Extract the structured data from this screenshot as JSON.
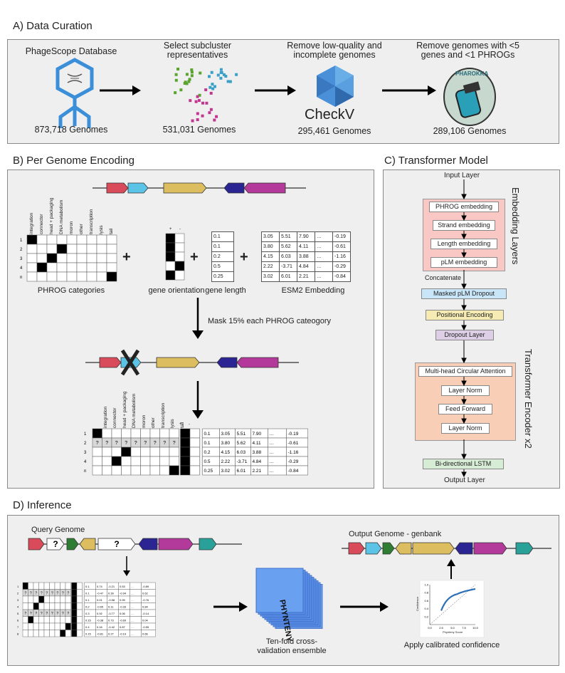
{
  "sections": {
    "a": "A) Data Curation",
    "b": "B) Per Genome Encoding",
    "c": "C) Transformer Model",
    "d": "D) Inference"
  },
  "curation": {
    "step1_top": "PhageScope Database",
    "step1_count": "873,718 Genomes",
    "step2_top": "Select subcluster representatives",
    "step2_count": "531,031 Genomes",
    "step3_top": "Remove low-quality and incomplete genomes",
    "step3_logo": "CheckV",
    "step3_count": "295,461 Genomes",
    "step4_top": "Remove genomes with <5 genes and <1 PHROGs",
    "step4_logo": "PHAROKKA",
    "step4_count": "289,106 Genomes"
  },
  "encoding": {
    "categories": [
      "integration",
      "connector",
      "head + packaging",
      "DNA metabolism",
      "moron",
      "other",
      "transcription",
      "lysis",
      "tail"
    ],
    "row_labels": [
      "1",
      "2",
      "3",
      "4",
      "n"
    ],
    "phrog_label": "PHROG categories",
    "orient_signs": [
      "+",
      "-"
    ],
    "orient_label": "gene orientation",
    "lengths": [
      "0.1",
      "0.1",
      "0.2",
      "0.5",
      "0.25"
    ],
    "length_label": "gene length",
    "esm": [
      [
        "3.05",
        "5.51",
        "7.90",
        "…",
        "-0.19"
      ],
      [
        "3.80",
        "5.62",
        "4.11",
        "…",
        "-0.61"
      ],
      [
        "4.15",
        "6.03",
        "3.88",
        "…",
        "-1.16"
      ],
      [
        "2.22",
        "-3.71",
        "4.84",
        "…",
        "-0.29"
      ],
      [
        "3.02",
        "6.01",
        "2.21",
        "…",
        "-0.84"
      ]
    ],
    "esm_label": "ESM2 Embedding",
    "plus": "+",
    "mask_label": "Mask 15% each PHROG cateogory",
    "mask_symbol": "?"
  },
  "model": {
    "input": "Input Layer",
    "embed_title": "Embedding Layers",
    "embed_items": [
      "PHROG embedding",
      "Strand embedding",
      "Length embedding",
      "pLM  embedding"
    ],
    "concat": "Concatenate",
    "dropout_plm": "Masked pLM Dropout",
    "positional": "Positional Encoding",
    "dropout": "Dropout Layer",
    "encoder_title": "Transformer Encoder x2",
    "encoder_items": [
      "Multi-head Circular Attention",
      "Layer Norm",
      "Feed Forward",
      "Layer Norm"
    ],
    "lstm": "Bi-directional   LSTM",
    "output": "Output Layer"
  },
  "inference": {
    "query": "Query Genome",
    "output_genome": "Output Genome - genbank",
    "stack_text": "PHYNTENY",
    "ensemble": "Ten-fold cross-validation ensemble",
    "calibrated": "Apply calibrated confidence",
    "plot_xlabel": "Phynteny Score",
    "plot_ylabel": "Confidence",
    "plot_xticks": [
      "0.0",
      "2.5",
      "5.0",
      "7.5",
      "10.0"
    ],
    "plot_yticks": [
      "0.2",
      "0.4",
      "0.6",
      "0.8",
      "1.0"
    ],
    "mini_rows": [
      [
        "0.1",
        "0.74",
        "-0.21",
        "0.53",
        "…",
        "-0.89"
      ],
      [
        "0.1",
        "-0.47",
        "0.39",
        "-0.94",
        "…",
        "0.62"
      ],
      [
        "0.1",
        "0.01",
        "-0.58",
        "0.99",
        "…",
        "-0.76"
      ],
      [
        "0.2",
        "-0.65",
        "0.11",
        "-0.33",
        "…",
        "0.84"
      ],
      [
        "0.3",
        "0.92",
        "-0.77",
        "0.06",
        "…",
        "-0.14"
      ],
      [
        "0.15",
        "-0.38",
        "0.73",
        "-0.69",
        "…",
        "0.04"
      ],
      [
        "0.4",
        "0.16",
        "-0.42",
        "0.87",
        "…",
        "-0.55"
      ],
      [
        "0.15",
        "-0.81",
        "0.27",
        "-0.19",
        "…",
        "0.66"
      ]
    ],
    "mini_row_labels": [
      "1",
      "2",
      "3",
      "4",
      "5",
      "6",
      "7",
      "8"
    ]
  },
  "colors": {
    "red": "#d94a5a",
    "cyan": "#5bc3e6",
    "gold": "#dcbd5f",
    "navy": "#2b2593",
    "magenta": "#b33a9a",
    "green": "#2e7d32",
    "teal": "#2aa198",
    "embed_bg": "#f9c8c4",
    "encoder_bg": "#f8cfb6",
    "dropout_blue": "#c9e6f8",
    "positional_yellow": "#f6ecb3",
    "dropout_purple": "#dccfe6",
    "lstm_green": "#d7ecd4"
  }
}
